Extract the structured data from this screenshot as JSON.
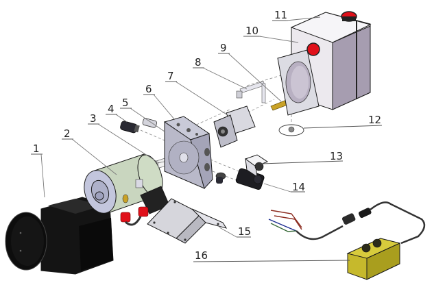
{
  "diagram": {
    "title": "Hydraulic power unit exploded view",
    "callouts": [
      {
        "num": "1",
        "part": "motor-cover"
      },
      {
        "num": "2",
        "part": "dc-motor"
      },
      {
        "num": "3",
        "part": "pump-shaft-coupling"
      },
      {
        "num": "4",
        "part": "relief-valve"
      },
      {
        "num": "5",
        "part": "check-valve-fitting"
      },
      {
        "num": "6",
        "part": "manifold-block"
      },
      {
        "num": "7",
        "part": "gear-pump"
      },
      {
        "num": "8",
        "part": "suction-tube"
      },
      {
        "num": "9",
        "part": "return-elbow"
      },
      {
        "num": "10",
        "part": "breather-cap"
      },
      {
        "num": "11",
        "part": "oil-tank"
      },
      {
        "num": "12",
        "part": "suction-filter"
      },
      {
        "num": "13",
        "part": "solenoid-coil"
      },
      {
        "num": "14",
        "part": "solenoid-valve"
      },
      {
        "num": "15",
        "part": "mounting-bracket"
      },
      {
        "num": "16",
        "part": "pendant-remote-control"
      }
    ],
    "colors": {
      "cover": "#111111",
      "motor_body": "#c9d6bf",
      "motor_cap": "#c3c6dd",
      "metal": "#b9b9c9",
      "tank": "#ece9ee",
      "tank_side": "#a69db0",
      "red_cap": "#e0101a",
      "brass": "#c9a227",
      "pendant": "#c6b92c",
      "wire_red": "#8b2a1e",
      "wire_blue": "#1a2a8f",
      "wire_green": "#3a6b3a"
    }
  }
}
